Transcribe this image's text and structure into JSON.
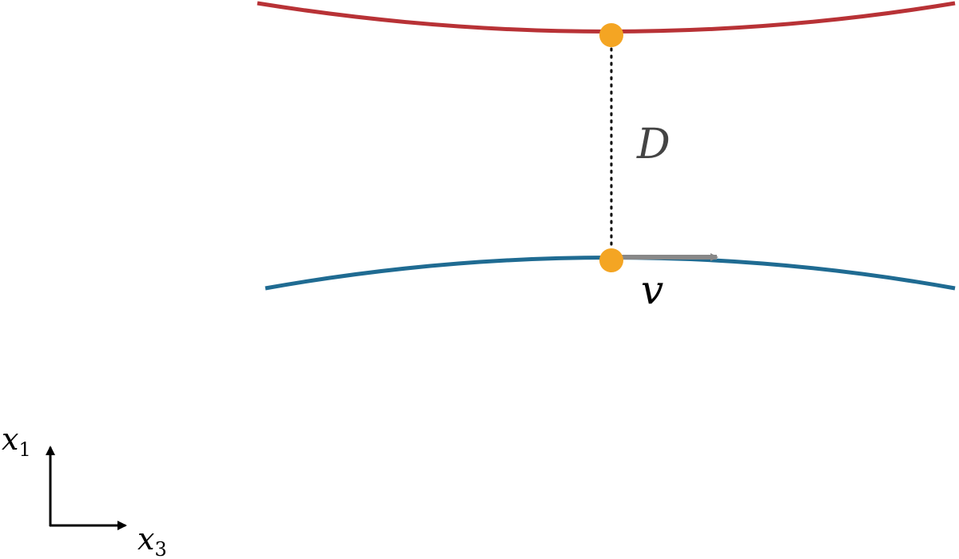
{
  "labels": {
    "distance": "D",
    "velocity": "v",
    "axis_vertical": "x",
    "axis_vertical_sub": "1",
    "axis_horizontal": "x",
    "axis_horizontal_sub": "3"
  },
  "colors": {
    "upper_curve": "#b83236",
    "lower_curve": "#1f6b92",
    "points": "#f4a523",
    "velocity_arrow": "#888888",
    "distance_line": "#000000",
    "distance_label": "#444444",
    "axes": "#000000"
  }
}
